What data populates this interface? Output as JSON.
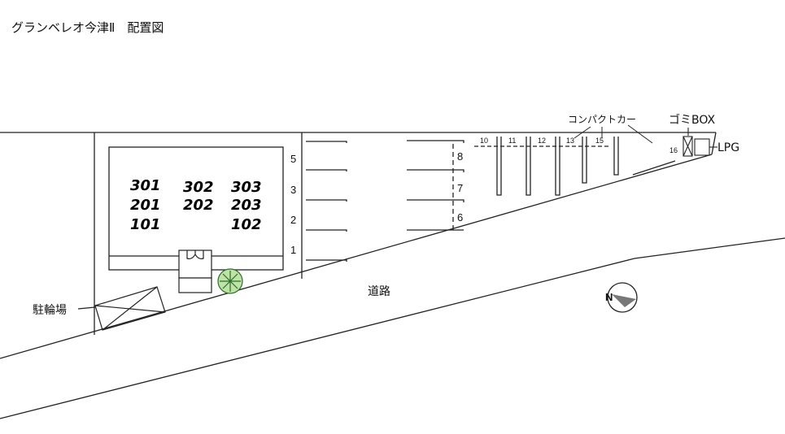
{
  "title": "グランベレオ今津Ⅱ　配置図",
  "units": {
    "row1": [
      "301",
      "302",
      "303"
    ],
    "row2": [
      "201",
      "202",
      "203"
    ],
    "row3": [
      "101",
      "102"
    ]
  },
  "parking_left_numbers": [
    "5",
    "3",
    "2",
    "1"
  ],
  "parking_mid_numbers": [
    "8",
    "7",
    "6"
  ],
  "parking_top_numbers": [
    "10",
    "11",
    "12",
    "13",
    "15"
  ],
  "parking_16": "16",
  "labels": {
    "compact_car": "コンパクトカー",
    "gomi_box": "ゴミBOX",
    "lpg": "LPG",
    "bicycle": "駐輪場",
    "road": "道路"
  },
  "compass": {
    "letter": "N"
  }
}
